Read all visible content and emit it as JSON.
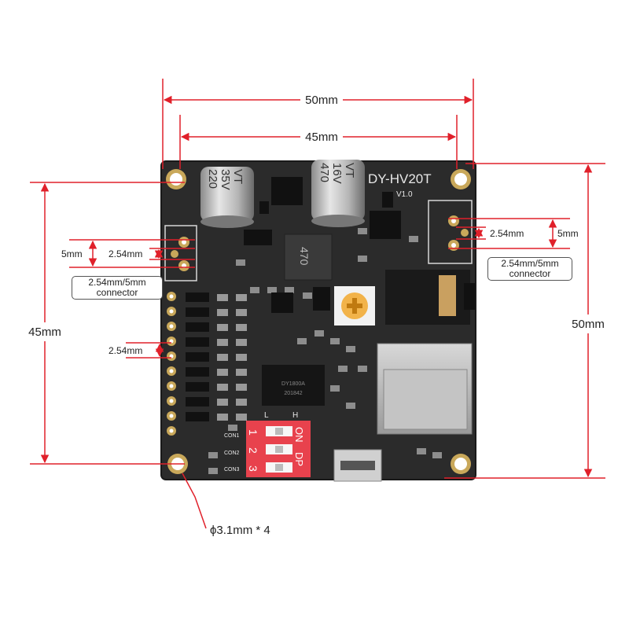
{
  "dimensions": {
    "outer_width": "50mm",
    "hole_spacing_width": "45mm",
    "outer_height": "50mm",
    "hole_spacing_height": "45mm",
    "left_pitch_small": "2.54mm",
    "left_pitch_large": "5mm",
    "right_pitch_small": "2.54mm",
    "right_pitch_large": "5mm",
    "header_pitch": "2.54mm",
    "hole_note": "ϕ3.1mm * 4"
  },
  "connector_labels": {
    "left": {
      "line1": "2.54mm/5mm",
      "line2": "connector"
    },
    "right": {
      "line1": "2.54mm/5mm",
      "line2": "connector"
    }
  },
  "board": {
    "model": "DY-HV20T",
    "version": "V1.0",
    "cap1_value": "220",
    "cap1_voltage": "35V",
    "cap1_series": "VT",
    "cap2_value": "470",
    "cap2_voltage": "16V",
    "cap2_series": "VT",
    "inductor_marking": "470",
    "chip_marking_1": "DY1800A",
    "chip_marking_2": "201842",
    "dip_on": "ON",
    "dip_brand": "DP",
    "dip_numbers": [
      "1",
      "2",
      "3"
    ],
    "dip_low": "L",
    "dip_high": "H",
    "con_labels": [
      "CON1",
      "CON2",
      "CON3"
    ]
  },
  "colors": {
    "dimension_line": "#e0202a",
    "pcb": "#2b2b2b",
    "dip_switch": "#e8424d"
  }
}
